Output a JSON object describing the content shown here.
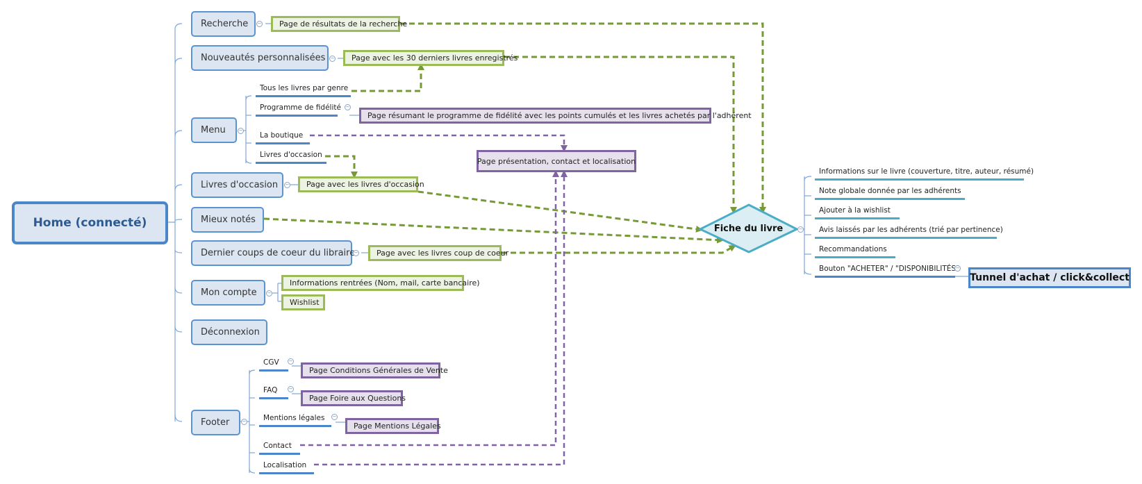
{
  "root": {
    "label": "Home (connecté)"
  },
  "branches": {
    "recherche": "Recherche",
    "nouveautes": "Nouveautés personnalisées",
    "menu": "Menu",
    "occasion": "Livres d'occasion",
    "mieux_notes": "Mieux notés",
    "coups_coeur": "Dernier coups de coeur du libraire",
    "compte": "Mon compte",
    "deconnexion": "Déconnexion",
    "footer": "Footer"
  },
  "menu_items": {
    "genre": "Tous les livres par genre",
    "fidelite": "Programme de fidélité",
    "boutique": "La boutique",
    "occasion": "Livres d'occasion"
  },
  "footer_items": {
    "cgv": "CGV",
    "faq": "FAQ",
    "mentions": "Mentions légales",
    "contact": "Contact",
    "localisation": "Localisation"
  },
  "pages": {
    "resultats": "Page de résultats de la recherche",
    "derniers": "Page avec les 30 derniers livres enregistrés",
    "fidelite": "Page résumant le programme de fidélité avec les points cumulés et les livres achetés par l'adhérent",
    "presentation": "Page présentation, contact et localisation",
    "occasion": "Page avec les livres d'occasion",
    "coup_coeur": "Page avec les livres coup de coeur",
    "infos_compte": "Informations rentrées (Nom, mail, carte bancaire)",
    "wishlist": "Wishlist",
    "cgv": "Page Conditions Générales de Vente",
    "faq": "Page Foire aux Questions",
    "mentions": "Page Mentions Légales"
  },
  "fiche": {
    "label": "Fiche du livre",
    "items": {
      "infos": "Informations sur le livre (couverture, titre, auteur, résumé)",
      "note": "Note globale donnée par les adhérents",
      "wishlist": "Ajouter à la wishlist",
      "avis": "Avis laissés par les adhérents (trié par pertinence)",
      "reco": "Recommandations",
      "bouton": "Bouton \"ACHETER\" / \"DISPONIBILITÉS\""
    }
  },
  "tunnel": {
    "label": "Tunnel d'achat / click&collect"
  },
  "colors": {
    "blue": "#4a86c8",
    "green": "#769a36",
    "purple": "#8064a2",
    "teal": "#4bacc6"
  }
}
